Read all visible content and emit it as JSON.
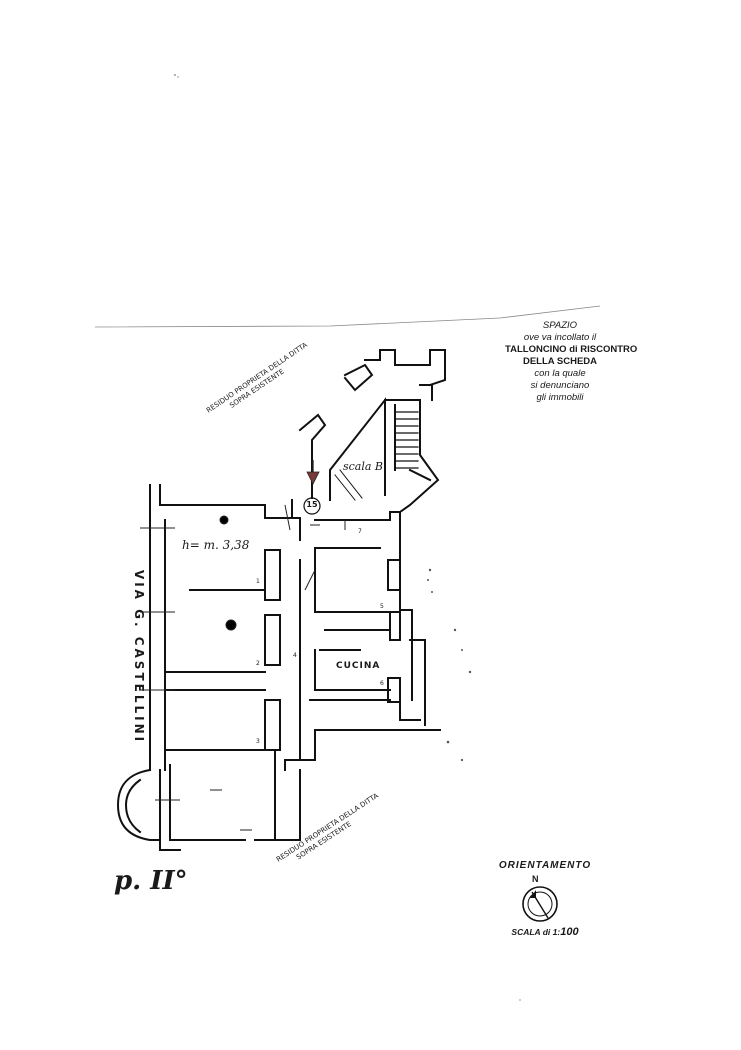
{
  "stamp_box": {
    "line1": "SPAZIO",
    "line2": "ove va incollato il",
    "line3": "TALLONCINO di RISCONTRO",
    "line4": "DELLA SCHEDA",
    "line5": "con la quale",
    "line6": "si denunciano",
    "line7": "gli immobili"
  },
  "plan": {
    "street_name": "VIA G. CASTELLINI",
    "height_note": "h= m. 3,38",
    "stair_label": "scala B.",
    "unit_number": "15",
    "floor_label": "p. II°",
    "kitchen_label": "CUCINA",
    "top_note_line1": "RESIDUO PROPRIETA DELLA DITTA",
    "top_note_line2": "SOPRA ESISTENTE",
    "bottom_note_line1": "RESIDUO PROPRIETA DELLA DITTA",
    "bottom_note_line2": "SOPRA ESISTENTE",
    "room_numbers": [
      "1",
      "2",
      "3",
      "4",
      "5",
      "6",
      "7"
    ]
  },
  "orientation": {
    "title": "ORIENTAMENTO",
    "north": "N",
    "scale_prefix": "SCALA di 1:",
    "scale_value": "100"
  }
}
